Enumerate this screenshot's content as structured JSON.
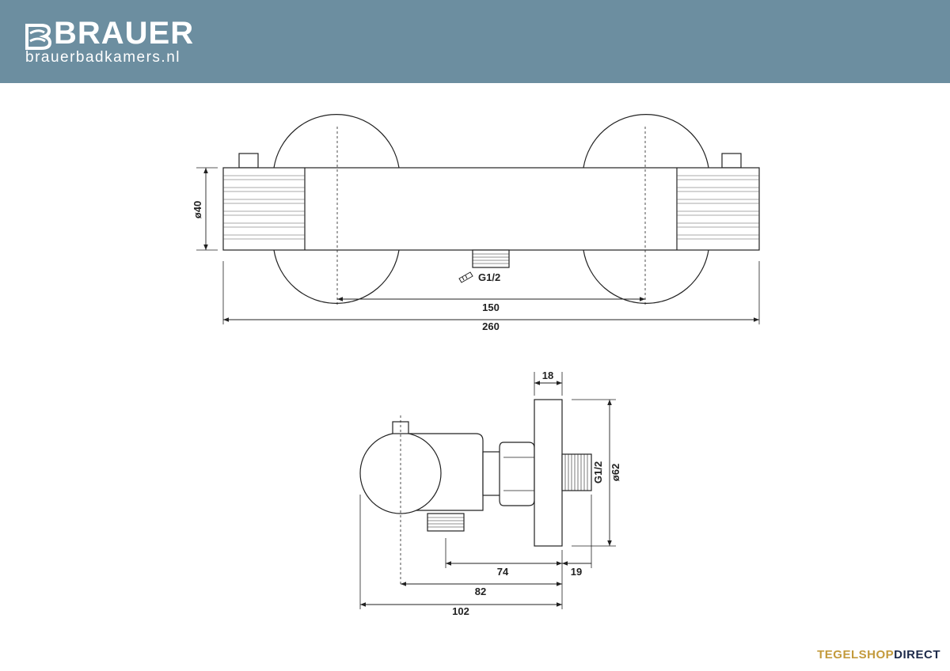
{
  "header": {
    "brand_name": "BRAUER",
    "website": "brauerbadkamers.nl",
    "background_color": "#6c8ea0"
  },
  "front_view": {
    "dimensions": {
      "diameter": "ø40",
      "inlet_spacing": "150",
      "total_width": "260"
    },
    "outlet_thread": "G1/2"
  },
  "side_view": {
    "dimensions": {
      "rosette_thickness": "18",
      "rosette_diameter": "ø62",
      "connection_thread": "G1/2",
      "depth_74": "74",
      "depth_19": "19",
      "depth_82": "82",
      "depth_102": "102"
    }
  },
  "footer": {
    "part1": "TEGELSHOP",
    "part2": "DIRECT",
    "color1": "#c39a3c",
    "color2": "#1d2a4a"
  }
}
